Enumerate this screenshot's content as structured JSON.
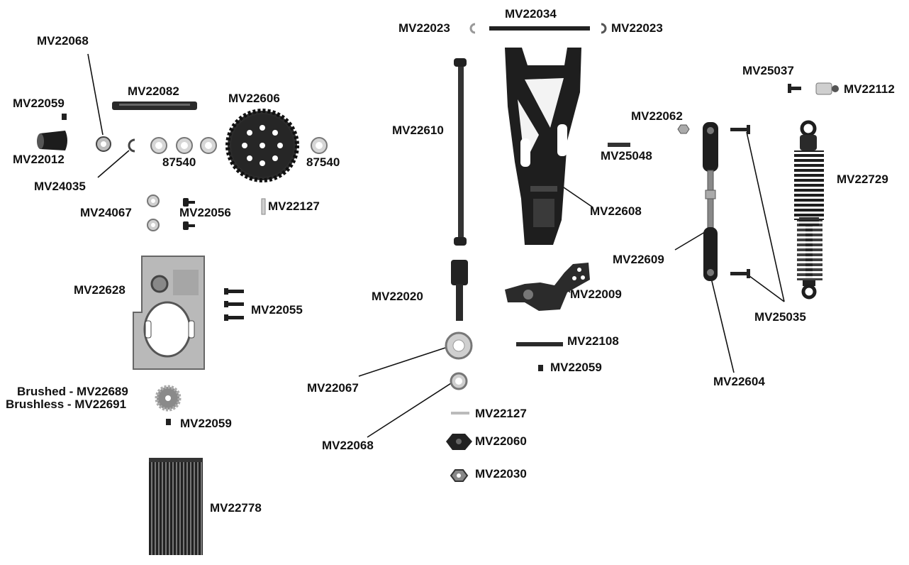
{
  "theme": {
    "background": "#ffffff",
    "part_color": "#1f1f1f",
    "metal_color": "#9a9a9a",
    "label_color": "#111111"
  },
  "labels": {
    "mv22068_a": "MV22068",
    "mv22059_a": "MV22059",
    "mv22082": "MV22082",
    "mv22606": "MV22606",
    "mv22012": "MV22012",
    "n87540_a": "87540",
    "n87540_b": "87540",
    "mv24035": "MV24035",
    "mv24067": "MV24067",
    "mv22056": "MV22056",
    "mv22127_a": "MV22127",
    "mv22628": "MV22628",
    "mv22055": "MV22055",
    "brushed": "Brushed - MV22689",
    "brushless": "Brushless - MV22691",
    "mv22059_b": "MV22059",
    "mv22778": "MV22778",
    "mv22023_l": "MV22023",
    "mv22034": "MV22034",
    "mv22023_r": "MV22023",
    "mv22610": "MV22610",
    "mv22608": "MV22608",
    "mv25048": "MV25048",
    "mv22020": "MV22020",
    "mv22009": "MV22009",
    "mv22108": "MV22108",
    "mv22059_c": "MV22059",
    "mv22067": "MV22067",
    "mv22068_b": "MV22068",
    "mv22127_b": "MV22127",
    "mv22060": "MV22060",
    "mv22030": "MV22030",
    "mv25037": "MV25037",
    "mv22112": "MV22112",
    "mv22062": "MV22062",
    "mv22729": "MV22729",
    "mv22609": "MV22609",
    "mv25035": "MV25035",
    "mv22604": "MV22604"
  }
}
